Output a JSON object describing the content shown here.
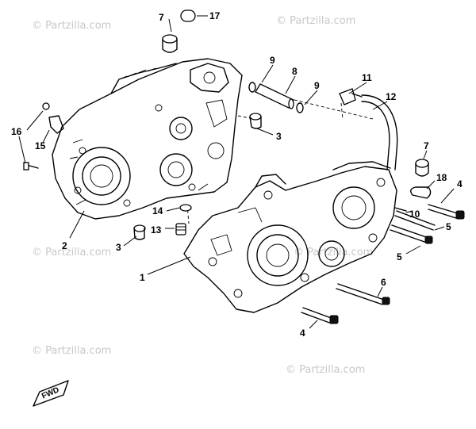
{
  "watermark": "© Partzilla.com",
  "front_marker": "FWD",
  "callouts": {
    "c1": "1",
    "c2": "2",
    "c3a": "3",
    "c3b": "3",
    "c4a": "4",
    "c4b": "4",
    "c5a": "5",
    "c5b": "5",
    "c6": "6",
    "c7a": "7",
    "c7b": "7",
    "c8": "8",
    "c9a": "9",
    "c9b": "9",
    "c10": "10",
    "c11": "11",
    "c12": "12",
    "c13": "13",
    "c14": "14",
    "c15": "15",
    "c16": "16",
    "c17": "17",
    "c18": "18"
  }
}
